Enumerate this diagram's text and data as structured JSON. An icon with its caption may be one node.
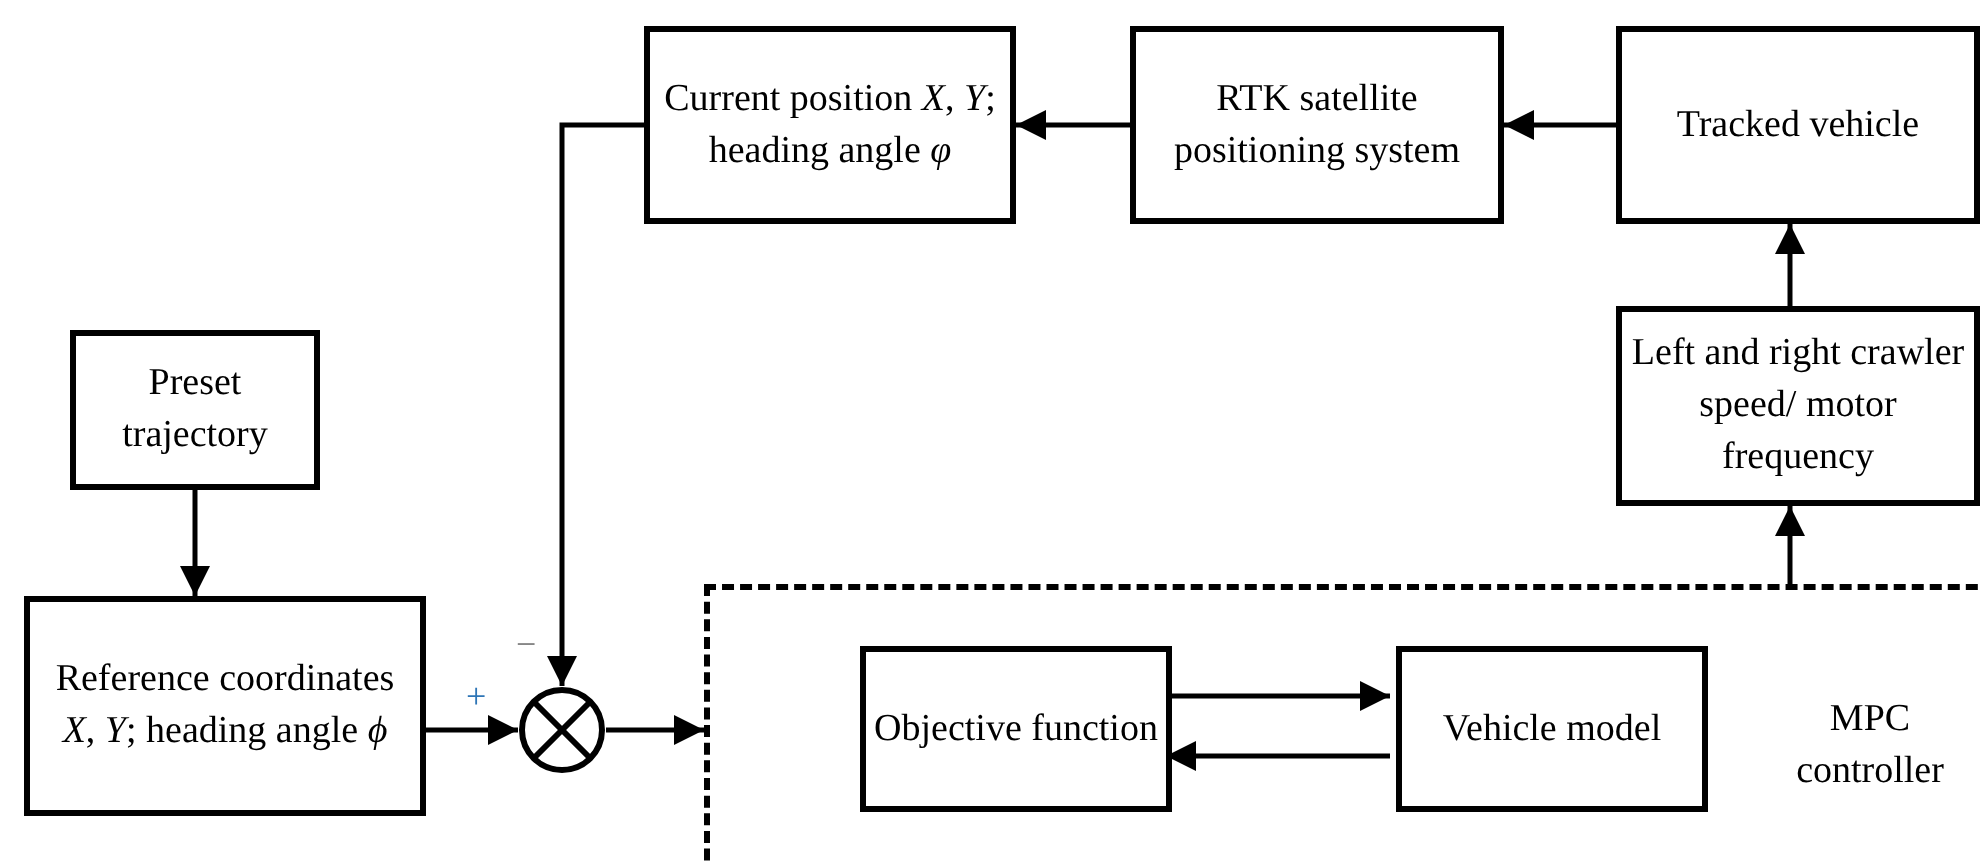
{
  "diagram": {
    "nodes": [
      {
        "text": [
          "Preset trajectory"
        ]
      },
      {
        "text": [
          "Reference coordinates *X*, *Y*; heading angle *ϕ*"
        ]
      },
      {
        "text": [],
        "shape": "circle"
      },
      {
        "text": [
          "Current position *X*, *Y*; heading angle *φ*"
        ]
      },
      {
        "text": [
          "RTK satellite positioning system"
        ]
      },
      {
        "text": [
          "Tracked vehicle"
        ]
      },
      {
        "text": [
          "Left and right crawler speed/ motor frequency"
        ]
      },
      {
        "text": [
          "MPC controller"
        ]
      },
      {
        "text": [
          "Objective function"
        ],
        "in": 7
      },
      {
        "text": [
          "Vehicle model"
        ],
        "in": 7
      }
    ],
    "edges": [
      {
        "from": 0,
        "to": 1,
        "arrow": "to"
      },
      {
        "from": 1,
        "to": 2,
        "arrow": "to"
      },
      {
        "from": 3,
        "to": 2,
        "arrow": "to"
      },
      {
        "from": 2,
        "to": 7,
        "arrow": "to"
      },
      {
        "from": 4,
        "to": 3,
        "arrow": "to"
      },
      {
        "from": 5,
        "to": 4,
        "arrow": "to"
      },
      {
        "from": 6,
        "to": 5,
        "arrow": "to"
      },
      {
        "from": 7,
        "to": 6,
        "arrow": "to"
      },
      {
        "from": 8,
        "to": 9,
        "arrow": "to"
      },
      {
        "from": 9,
        "to": 8,
        "arrow": "to"
      }
    ],
    "labels": [
      "+",
      "−"
    ]
  }
}
